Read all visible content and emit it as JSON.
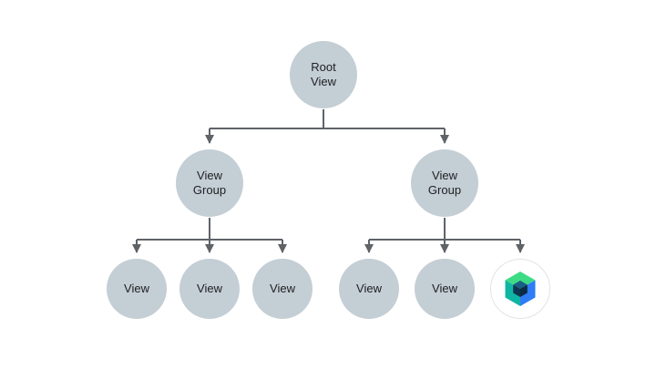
{
  "diagram": {
    "title": "View hierarchy tree",
    "colors": {
      "background": "#ffffff",
      "node_fill": "#c4ced5",
      "line": "#5f6368",
      "text": "#202124",
      "logo_green": "#3ddb85",
      "logo_teal": "#0fb5a3",
      "logo_blue": "#2f7cf6",
      "logo_dark": "#0d3552"
    },
    "nodes": {
      "root": {
        "label": "Root\nView"
      },
      "group_left": {
        "label": "View\nGroup"
      },
      "group_right": {
        "label": "View\nGroup"
      },
      "leaf_left_1": {
        "label": "View"
      },
      "leaf_left_2": {
        "label": "View"
      },
      "leaf_left_3": {
        "label": "View"
      },
      "leaf_right_1": {
        "label": "View"
      },
      "leaf_right_2": {
        "label": "View"
      },
      "leaf_right_3": {
        "icon": "jetpack-compose-logo"
      }
    }
  }
}
